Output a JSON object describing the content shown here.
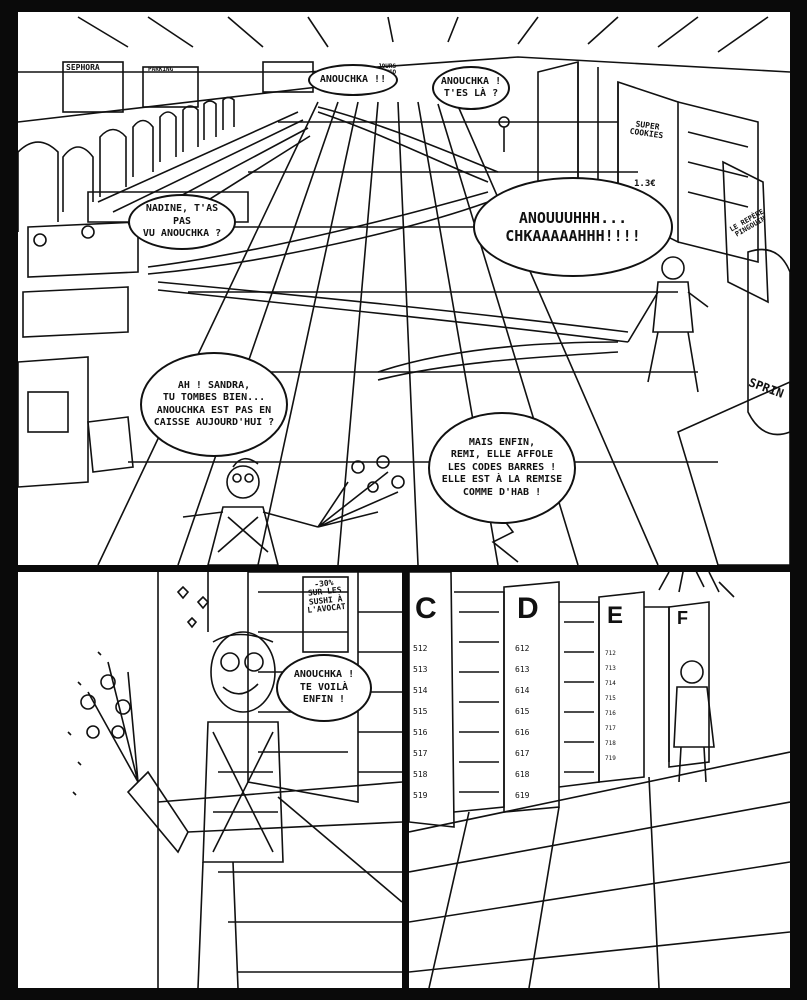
{
  "panel_top": {
    "signs": {
      "sephora": "SEPHORA",
      "parking": "PARKING",
      "jours_dingo": "JOURS\nDINGO",
      "super_cookies": "SUPER\nCOOKIES",
      "price": "1.3€",
      "repere_pingouin": "LE REPÈRE\nPINGOUIN",
      "sprin": "SPRIN"
    },
    "bubbles": {
      "b1": "ANOUCHKA !!",
      "b2": "ANOUCHKA !\nT'ES LÀ ?",
      "b3": "NADINE, T'AS PAS\nVU ANOUCHKA ?",
      "b4": "ANOUUUHHH...\nCHKAAAAAHHH!!!!",
      "b5": "AH ! SANDRA,\nTU TOMBES BIEN...\nANOUCHKA EST PAS EN\nCAISSE AUJOURD'HUI ?",
      "b6": "MAIS ENFIN,\nREMI, ELLE AFFOLE\nLES CODES BARRES !\nELLE EST À LA REMISE\nCOMME D'HAB !"
    }
  },
  "panel_bottom": {
    "signs": {
      "sushi": "-30%\nSUR LES\nSUSHI À\nL'AVOCAT"
    },
    "bubble": "ANOUCHKA !\nTE VOILÀ\nENFIN !",
    "aisles": {
      "c": {
        "letter": "C",
        "numbers": [
          "512",
          "513",
          "514",
          "515",
          "516",
          "517",
          "518",
          "519"
        ]
      },
      "d": {
        "letter": "D",
        "numbers": [
          "612",
          "613",
          "614",
          "615",
          "616",
          "617",
          "618",
          "619"
        ]
      },
      "e": {
        "letter": "E",
        "numbers": [
          "712",
          "713",
          "714",
          "715",
          "716",
          "717",
          "718",
          "719"
        ]
      },
      "f": {
        "letter": "F"
      }
    }
  }
}
